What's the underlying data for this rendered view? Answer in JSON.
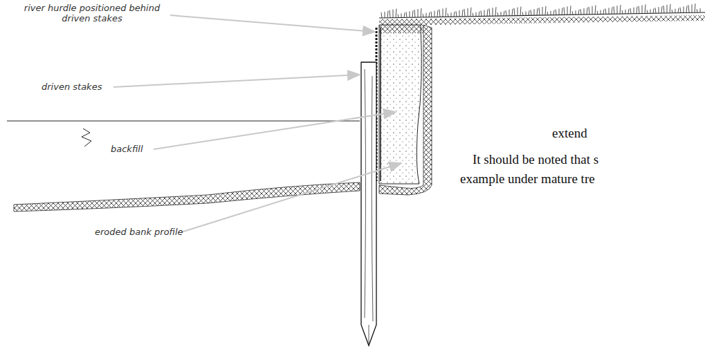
{
  "diagram": {
    "labels": [
      "river hurdle positioned behind driven stakes",
      "driven stakes",
      "backfill",
      "eroded bank profile",
      "extend",
      "It should be noted that s",
      "example under mature tre"
    ]
  }
}
